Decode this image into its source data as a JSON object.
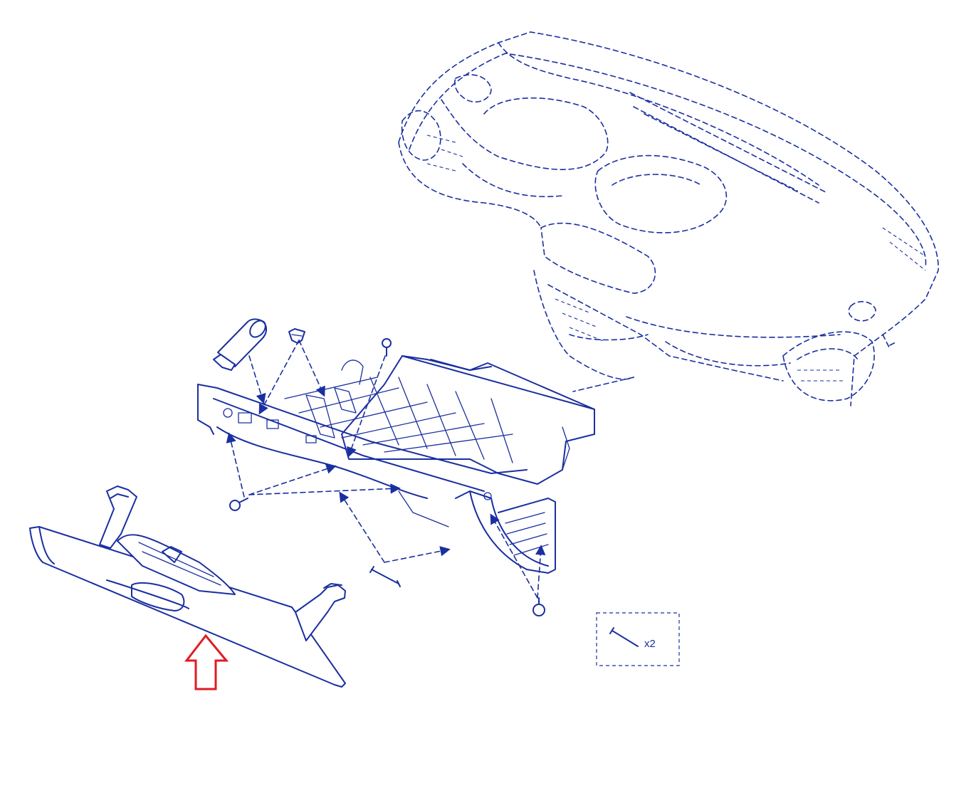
{
  "callout": {
    "quantity_label": "x2"
  },
  "colors": {
    "line": "#1a2fa0",
    "highlight_arrow": "#e01b24",
    "background": "#ffffff"
  },
  "parts": [
    "dashboard-outline",
    "glovebox-housing",
    "glovebox-door",
    "glovebox-light",
    "clip",
    "screw",
    "pin"
  ]
}
